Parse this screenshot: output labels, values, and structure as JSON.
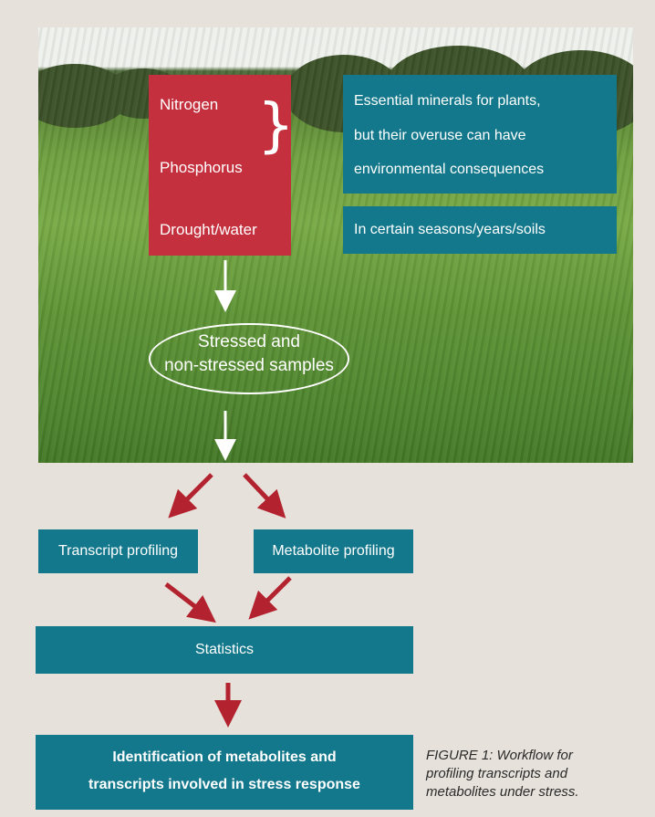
{
  "stress_factors": {
    "nitrogen": "Nitrogen",
    "phosphorus": "Phosphorus",
    "drought": "Drought/water"
  },
  "notes": {
    "minerals_line1": "Essential minerals for plants,",
    "minerals_line2": "but their overuse can have",
    "minerals_line3": "environmental consequences",
    "seasons": "In certain seasons/years/soils"
  },
  "samples": {
    "line1": "Stressed and",
    "line2": "non-stressed samples"
  },
  "profiling": {
    "transcript": "Transcript profiling",
    "metabolite": "Metabolite profiling"
  },
  "statistics": "Statistics",
  "identification": {
    "line1": "Identification of metabolites and",
    "line2": "transcripts involved in stress response"
  },
  "caption": {
    "line1": "FIGURE 1: Workflow for",
    "line2": "profiling transcripts and",
    "line3": "metabolites under stress."
  },
  "colors": {
    "red_box": "#c5303e",
    "teal_box": "#13788b",
    "arrow_red": "#b3232f",
    "arrow_white": "#ffffff"
  }
}
